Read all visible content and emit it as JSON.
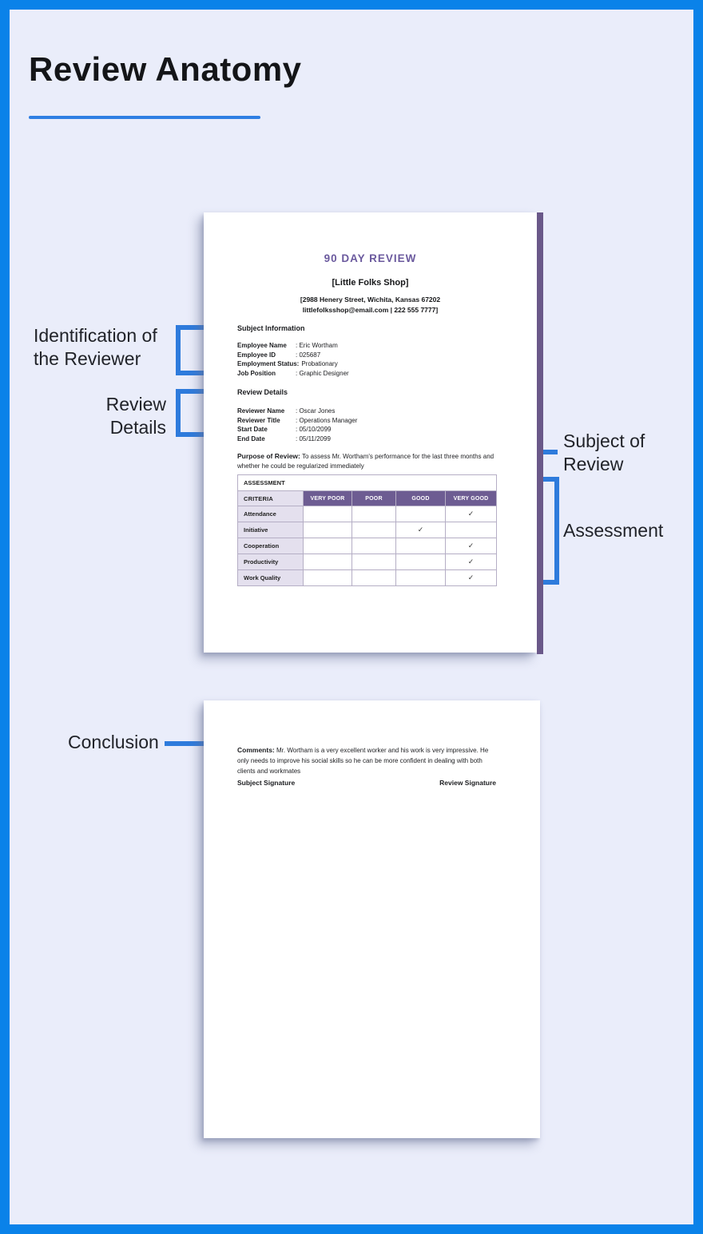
{
  "header": {
    "title": "Review Anatomy"
  },
  "annotations": {
    "identification": {
      "line1": "Identification of",
      "line2": "the Reviewer"
    },
    "review_details": {
      "line1": "Review",
      "line2": "Details"
    },
    "subject_of_review": {
      "line1": "Subject of",
      "line2": "Review"
    },
    "assessment": {
      "label": "Assessment"
    },
    "conclusion": {
      "label": "Conclusion"
    }
  },
  "document": {
    "title": "90 DAY REVIEW",
    "company": "[Little Folks Shop]",
    "address_line1": "[2988 Henery Street, Wichita, Kansas 67202",
    "address_line2": "littlefolksshop@email.com | 222 555 7777]",
    "subject_info": {
      "heading": "Subject Information",
      "rows": [
        {
          "label": "Employee Name",
          "value": ": Eric Wortham"
        },
        {
          "label": "Employee ID",
          "value": ": 025687"
        },
        {
          "label": "Employment Status:",
          "value": "Probationary"
        },
        {
          "label": "Job Position",
          "value": ": Graphic Designer"
        }
      ]
    },
    "review_details": {
      "heading": "Review Details",
      "rows": [
        {
          "label": "Reviewer Name",
          "value": ": Oscar Jones"
        },
        {
          "label": "Reviewer Title",
          "value": ": Operations Manager"
        },
        {
          "label": "Start Date",
          "value": ": 05/10/2099"
        },
        {
          "label": "End Date",
          "value": ": 05/11/2099"
        }
      ]
    },
    "purpose": {
      "label": "Purpose of Review:",
      "text": "To assess Mr. Wortham's performance for the last three months and whether he could be regularized immediately"
    },
    "assessment_table": {
      "caption": "ASSESSMENT",
      "columns": [
        "CRITERIA",
        "VERY POOR",
        "POOR",
        "GOOD",
        "VERY GOOD"
      ],
      "rows": [
        {
          "criteria": "Attendance",
          "rating": "VERY GOOD",
          "cells": [
            "",
            "",
            "",
            "✓"
          ]
        },
        {
          "criteria": "Initiative",
          "rating": "GOOD",
          "cells": [
            "",
            "",
            "✓",
            ""
          ]
        },
        {
          "criteria": "Cooperation",
          "rating": "VERY GOOD",
          "cells": [
            "",
            "",
            "",
            "✓"
          ]
        },
        {
          "criteria": "Productivity",
          "rating": "VERY GOOD",
          "cells": [
            "",
            "",
            "",
            "✓"
          ]
        },
        {
          "criteria": "Work Quality",
          "rating": "VERY GOOD",
          "cells": [
            "",
            "",
            "",
            "✓"
          ]
        }
      ]
    },
    "page2": {
      "comments_label": "Comments:",
      "comments_text": "Mr. Wortham is a very excellent worker and his work is very impressive. He only needs to improve his social skills so he can be more confident in dealing with both clients and workmates",
      "subject_signature": "Subject Signature",
      "review_signature": "Review Signature"
    }
  },
  "colors": {
    "frame_border": "#0a82e9",
    "background": "#eaedfa",
    "arrow_blue": "#2e7bdc",
    "underline_blue": "#2f7fe3",
    "doc_title_purple": "#6b5a9e",
    "table_header_purple": "#6d5c92",
    "criteria_cell_bg": "#e4e0ee",
    "spine_purple": "#6a5889"
  }
}
